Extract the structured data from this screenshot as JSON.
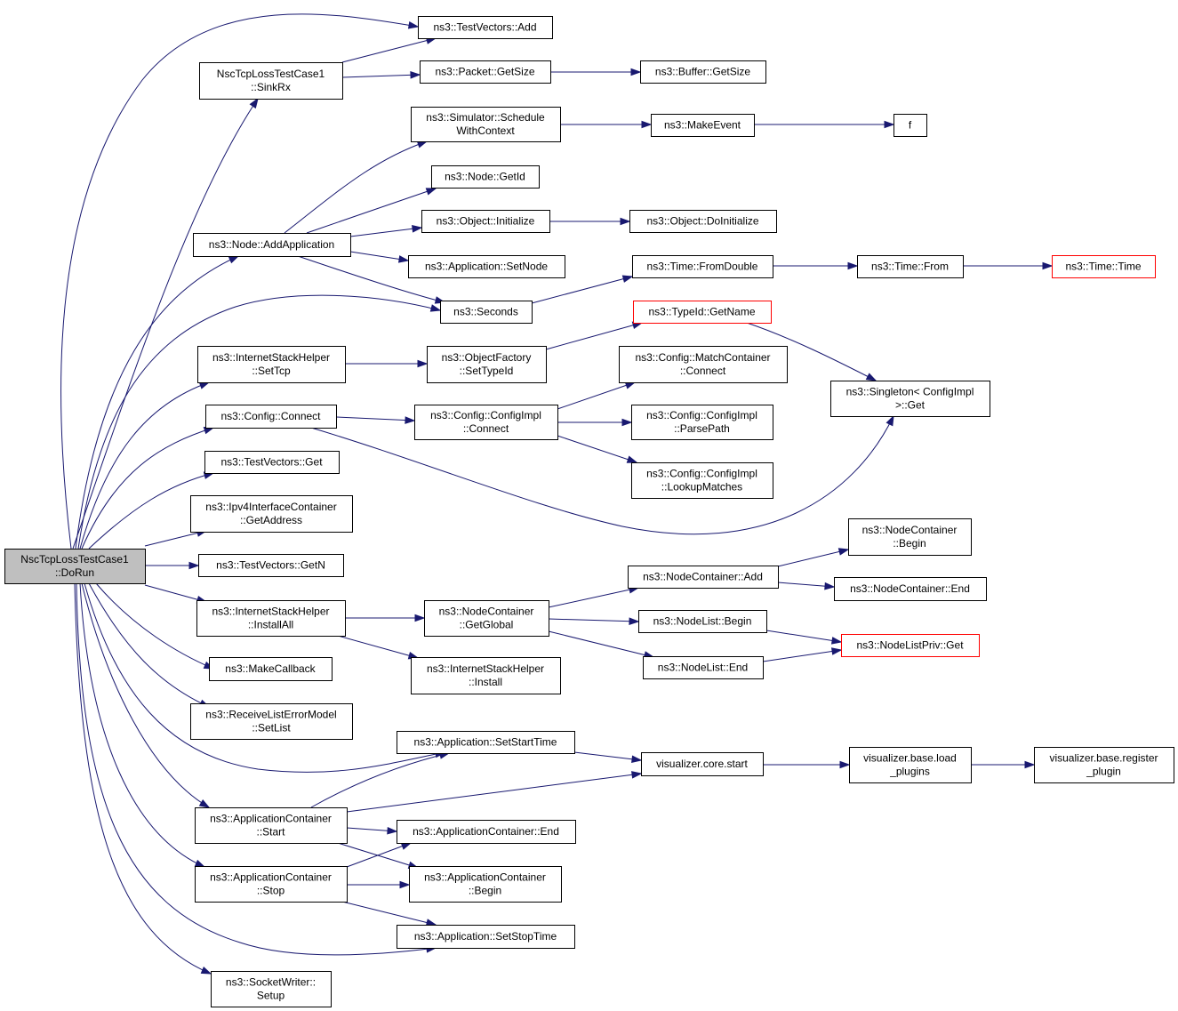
{
  "diagram": {
    "nodes": [
      {
        "id": "dorun",
        "lines": [
          "NscTcpLossTestCase1",
          "::DoRun"
        ],
        "root": true
      },
      {
        "id": "tv_add",
        "lines": [
          "ns3::TestVectors::Add"
        ]
      },
      {
        "id": "sinkrx",
        "lines": [
          "NscTcpLossTestCase1",
          "::SinkRx"
        ]
      },
      {
        "id": "pkt_getsize",
        "lines": [
          "ns3::Packet::GetSize"
        ]
      },
      {
        "id": "buf_getsize",
        "lines": [
          "ns3::Buffer::GetSize"
        ]
      },
      {
        "id": "sim_schedule",
        "lines": [
          "ns3::Simulator::Schedule",
          "WithContext"
        ]
      },
      {
        "id": "makeevent",
        "lines": [
          "ns3::MakeEvent"
        ]
      },
      {
        "id": "f",
        "lines": [
          "f"
        ]
      },
      {
        "id": "node_getid",
        "lines": [
          "ns3::Node::GetId"
        ]
      },
      {
        "id": "obj_init",
        "lines": [
          "ns3::Object::Initialize"
        ]
      },
      {
        "id": "obj_doinit",
        "lines": [
          "ns3::Object::DoInitialize"
        ]
      },
      {
        "id": "node_addapp",
        "lines": [
          "ns3::Node::AddApplication"
        ]
      },
      {
        "id": "app_setnode",
        "lines": [
          "ns3::Application::SetNode"
        ]
      },
      {
        "id": "time_fromdouble",
        "lines": [
          "ns3::Time::FromDouble"
        ]
      },
      {
        "id": "time_from",
        "lines": [
          "ns3::Time::From"
        ]
      },
      {
        "id": "time_time",
        "lines": [
          "ns3::Time::Time"
        ],
        "truncated": true
      },
      {
        "id": "seconds",
        "lines": [
          "ns3::Seconds"
        ]
      },
      {
        "id": "typeid_getname",
        "lines": [
          "ns3::TypeId::GetName"
        ],
        "truncated": true
      },
      {
        "id": "ish_settcp",
        "lines": [
          "ns3::InternetStackHelper",
          "::SetTcp"
        ]
      },
      {
        "id": "of_settypeid",
        "lines": [
          "ns3::ObjectFactory",
          "::SetTypeId"
        ]
      },
      {
        "id": "cfg_mc_connect",
        "lines": [
          "ns3::Config::MatchContainer",
          "::Connect"
        ]
      },
      {
        "id": "singleton_get",
        "lines": [
          "ns3::Singleton< ConfigImpl",
          ">::Get"
        ]
      },
      {
        "id": "cfg_connect",
        "lines": [
          "ns3::Config::Connect"
        ]
      },
      {
        "id": "cfgimpl_connect",
        "lines": [
          "ns3::Config::ConfigImpl",
          "::Connect"
        ]
      },
      {
        "id": "cfgimpl_parsepath",
        "lines": [
          "ns3::Config::ConfigImpl",
          "::ParsePath"
        ]
      },
      {
        "id": "tv_get",
        "lines": [
          "ns3::TestVectors::Get"
        ]
      },
      {
        "id": "cfgimpl_lookup",
        "lines": [
          "ns3::Config::ConfigImpl",
          "::LookupMatches"
        ]
      },
      {
        "id": "ipv4_getaddr",
        "lines": [
          "ns3::Ipv4InterfaceContainer",
          "::GetAddress"
        ]
      },
      {
        "id": "nc_begin",
        "lines": [
          "ns3::NodeContainer",
          "::Begin"
        ]
      },
      {
        "id": "tv_getn",
        "lines": [
          "ns3::TestVectors::GetN"
        ]
      },
      {
        "id": "nc_add",
        "lines": [
          "ns3::NodeContainer::Add"
        ]
      },
      {
        "id": "nc_end",
        "lines": [
          "ns3::NodeContainer::End"
        ]
      },
      {
        "id": "ish_installall",
        "lines": [
          "ns3::InternetStackHelper",
          "::InstallAll"
        ]
      },
      {
        "id": "nc_getglobal",
        "lines": [
          "ns3::NodeContainer",
          "::GetGlobal"
        ]
      },
      {
        "id": "nl_begin",
        "lines": [
          "ns3::NodeList::Begin"
        ]
      },
      {
        "id": "nlpriv_get",
        "lines": [
          "ns3::NodeListPriv::Get"
        ],
        "truncated": true
      },
      {
        "id": "nl_end",
        "lines": [
          "ns3::NodeList::End"
        ]
      },
      {
        "id": "makecallback",
        "lines": [
          "ns3::MakeCallback"
        ]
      },
      {
        "id": "ish_install",
        "lines": [
          "ns3::InternetStackHelper",
          "::Install"
        ]
      },
      {
        "id": "rlem_setlist",
        "lines": [
          "ns3::ReceiveListErrorModel",
          "::SetList"
        ]
      },
      {
        "id": "app_setstart",
        "lines": [
          "ns3::Application::SetStartTime"
        ]
      },
      {
        "id": "viz_start",
        "lines": [
          "visualizer.core.start"
        ]
      },
      {
        "id": "viz_load",
        "lines": [
          "visualizer.base.load",
          "_plugins"
        ]
      },
      {
        "id": "viz_register",
        "lines": [
          "visualizer.base.register",
          "_plugin"
        ]
      },
      {
        "id": "ac_start",
        "lines": [
          "ns3::ApplicationContainer",
          "::Start"
        ]
      },
      {
        "id": "ac_end",
        "lines": [
          "ns3::ApplicationContainer::End"
        ]
      },
      {
        "id": "ac_stop",
        "lines": [
          "ns3::ApplicationContainer",
          "::Stop"
        ]
      },
      {
        "id": "ac_begin",
        "lines": [
          "ns3::ApplicationContainer",
          "::Begin"
        ]
      },
      {
        "id": "app_setstop",
        "lines": [
          "ns3::Application::SetStopTime"
        ]
      },
      {
        "id": "sw_setup",
        "lines": [
          "ns3::SocketWriter::",
          "Setup"
        ]
      }
    ],
    "edges": [
      [
        "dorun",
        "tv_add"
      ],
      [
        "dorun",
        "sinkrx"
      ],
      [
        "dorun",
        "node_addapp"
      ],
      [
        "dorun",
        "seconds"
      ],
      [
        "dorun",
        "ish_settcp"
      ],
      [
        "dorun",
        "cfg_connect"
      ],
      [
        "dorun",
        "tv_get"
      ],
      [
        "dorun",
        "ipv4_getaddr"
      ],
      [
        "dorun",
        "tv_getn"
      ],
      [
        "dorun",
        "ish_installall"
      ],
      [
        "dorun",
        "makecallback"
      ],
      [
        "dorun",
        "rlem_setlist"
      ],
      [
        "dorun",
        "app_setstart"
      ],
      [
        "dorun",
        "ac_start"
      ],
      [
        "dorun",
        "ac_stop"
      ],
      [
        "dorun",
        "app_setstop"
      ],
      [
        "dorun",
        "sw_setup"
      ],
      [
        "sinkrx",
        "tv_add"
      ],
      [
        "sinkrx",
        "pkt_getsize"
      ],
      [
        "pkt_getsize",
        "buf_getsize"
      ],
      [
        "node_addapp",
        "sim_schedule"
      ],
      [
        "node_addapp",
        "node_getid"
      ],
      [
        "node_addapp",
        "obj_init"
      ],
      [
        "node_addapp",
        "app_setnode"
      ],
      [
        "node_addapp",
        "seconds"
      ],
      [
        "sim_schedule",
        "makeevent"
      ],
      [
        "makeevent",
        "f"
      ],
      [
        "obj_init",
        "obj_doinit"
      ],
      [
        "seconds",
        "time_fromdouble"
      ],
      [
        "time_fromdouble",
        "time_from"
      ],
      [
        "time_from",
        "time_time"
      ],
      [
        "ish_settcp",
        "of_settypeid"
      ],
      [
        "of_settypeid",
        "typeid_getname"
      ],
      [
        "typeid_getname",
        "singleton_get"
      ],
      [
        "cfg_connect",
        "cfgimpl_connect"
      ],
      [
        "cfg_connect",
        "singleton_get"
      ],
      [
        "cfgimpl_connect",
        "cfg_mc_connect"
      ],
      [
        "cfgimpl_connect",
        "cfgimpl_parsepath"
      ],
      [
        "cfgimpl_connect",
        "cfgimpl_lookup"
      ],
      [
        "ish_installall",
        "nc_getglobal"
      ],
      [
        "ish_installall",
        "ish_install"
      ],
      [
        "nc_getglobal",
        "nc_add"
      ],
      [
        "nc_getglobal",
        "nl_begin"
      ],
      [
        "nc_getglobal",
        "nl_end"
      ],
      [
        "nc_add",
        "nc_begin"
      ],
      [
        "nc_add",
        "nc_end"
      ],
      [
        "nl_begin",
        "nlpriv_get"
      ],
      [
        "nl_end",
        "nlpriv_get"
      ],
      [
        "app_setstart",
        "viz_start"
      ],
      [
        "viz_start",
        "viz_load"
      ],
      [
        "viz_load",
        "viz_register"
      ],
      [
        "ac_start",
        "app_setstart"
      ],
      [
        "ac_start",
        "viz_start"
      ],
      [
        "ac_start",
        "ac_end"
      ],
      [
        "ac_start",
        "ac_begin"
      ],
      [
        "ac_stop",
        "ac_end"
      ],
      [
        "ac_stop",
        "ac_begin"
      ],
      [
        "ac_stop",
        "app_setstop"
      ]
    ]
  }
}
